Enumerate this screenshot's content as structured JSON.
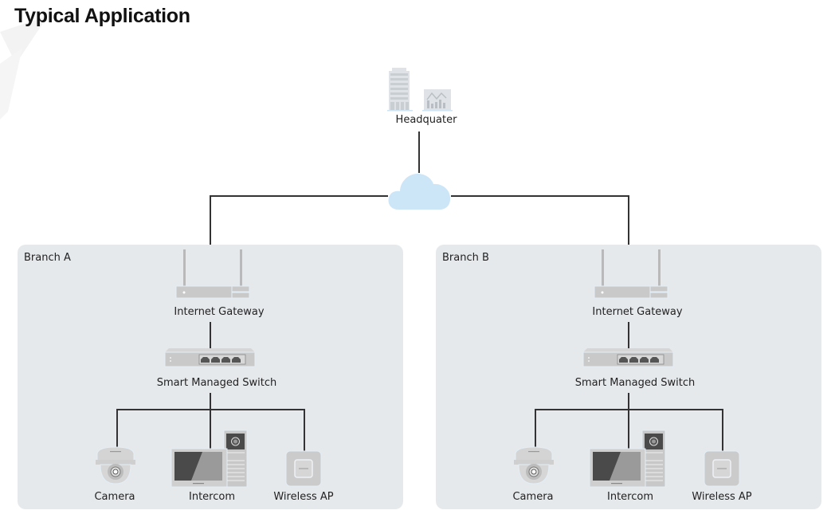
{
  "title": "Typical Application",
  "headquarter": {
    "label": "Headquater",
    "icons": [
      "office-building-icon",
      "monitoring-dashboard-icon"
    ]
  },
  "cloud": {
    "icon": "internet-cloud-icon",
    "color": "#cde6f7"
  },
  "branches": [
    {
      "label": "Branch A",
      "gateway": "Internet Gateway",
      "switch": "Smart Managed Switch",
      "devices": [
        "Camera",
        "Intercom",
        "Wireless AP"
      ]
    },
    {
      "label": "Branch B",
      "gateway": "Internet Gateway",
      "switch": "Smart Managed Switch",
      "devices": [
        "Camera",
        "Intercom",
        "Wireless AP"
      ]
    }
  ],
  "colors": {
    "branch_bg": "#e6e9ec",
    "device_gray": "#c8c8c8",
    "line": "#333333",
    "cloud": "#cde6f7"
  }
}
